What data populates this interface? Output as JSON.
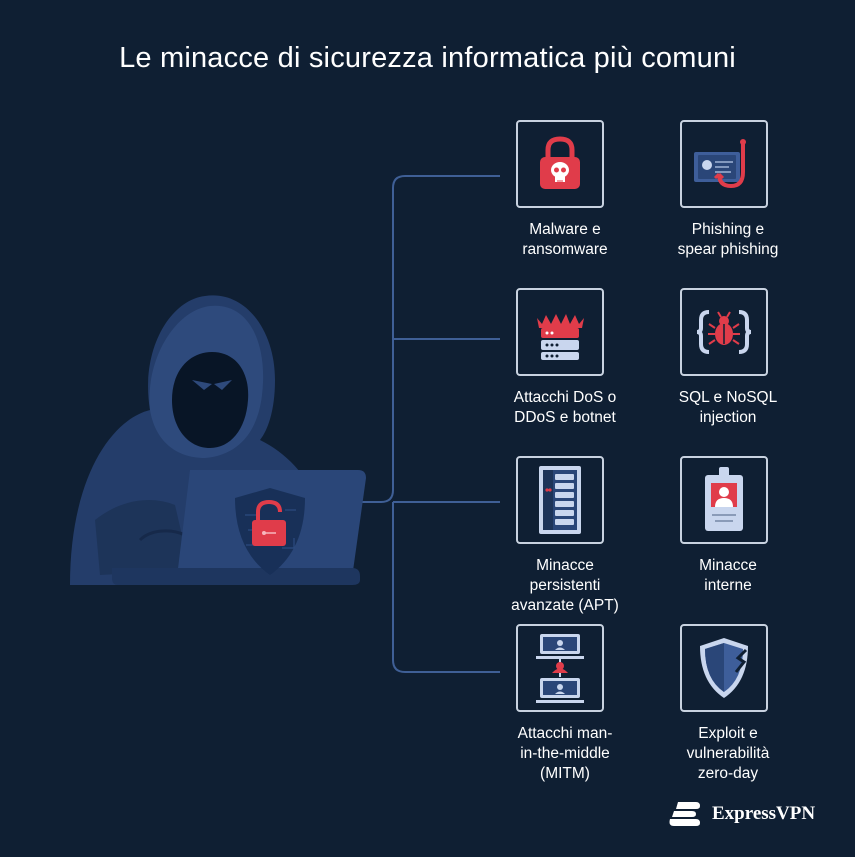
{
  "title": "Le minacce di sicurezza informatica più comuni",
  "threats": [
    {
      "icon": "locked-skull-icon",
      "lines": [
        "Malware e",
        "ransomware"
      ]
    },
    {
      "icon": "phishing-hook-icon",
      "lines": [
        "Phishing e",
        "spear phishing"
      ]
    },
    {
      "icon": "server-attack-icon",
      "lines": [
        "Attacchi DoS o",
        "DDoS e botnet"
      ]
    },
    {
      "icon": "code-bug-icon",
      "lines": [
        "SQL e NoSQL",
        "injection"
      ]
    },
    {
      "icon": "server-rack-icon",
      "lines": [
        "Minacce",
        "persistenti",
        "avanzate (APT)"
      ]
    },
    {
      "icon": "id-badge-icon",
      "lines": [
        "Minacce",
        "interne"
      ]
    },
    {
      "icon": "intercepted-screens-icon",
      "lines": [
        "Attacchi man-",
        "in-the-middle",
        "(MITM)"
      ]
    },
    {
      "icon": "broken-shield-icon",
      "lines": [
        "Exploit e",
        "vulnerabilità",
        "zero-day"
      ]
    }
  ],
  "brand": {
    "name": "ExpressVPN"
  },
  "colors": {
    "background": "#0f1f33",
    "accent_red": "#e03c4a",
    "hood_blue": "#2e4a7c",
    "line": "#3f5f96"
  }
}
